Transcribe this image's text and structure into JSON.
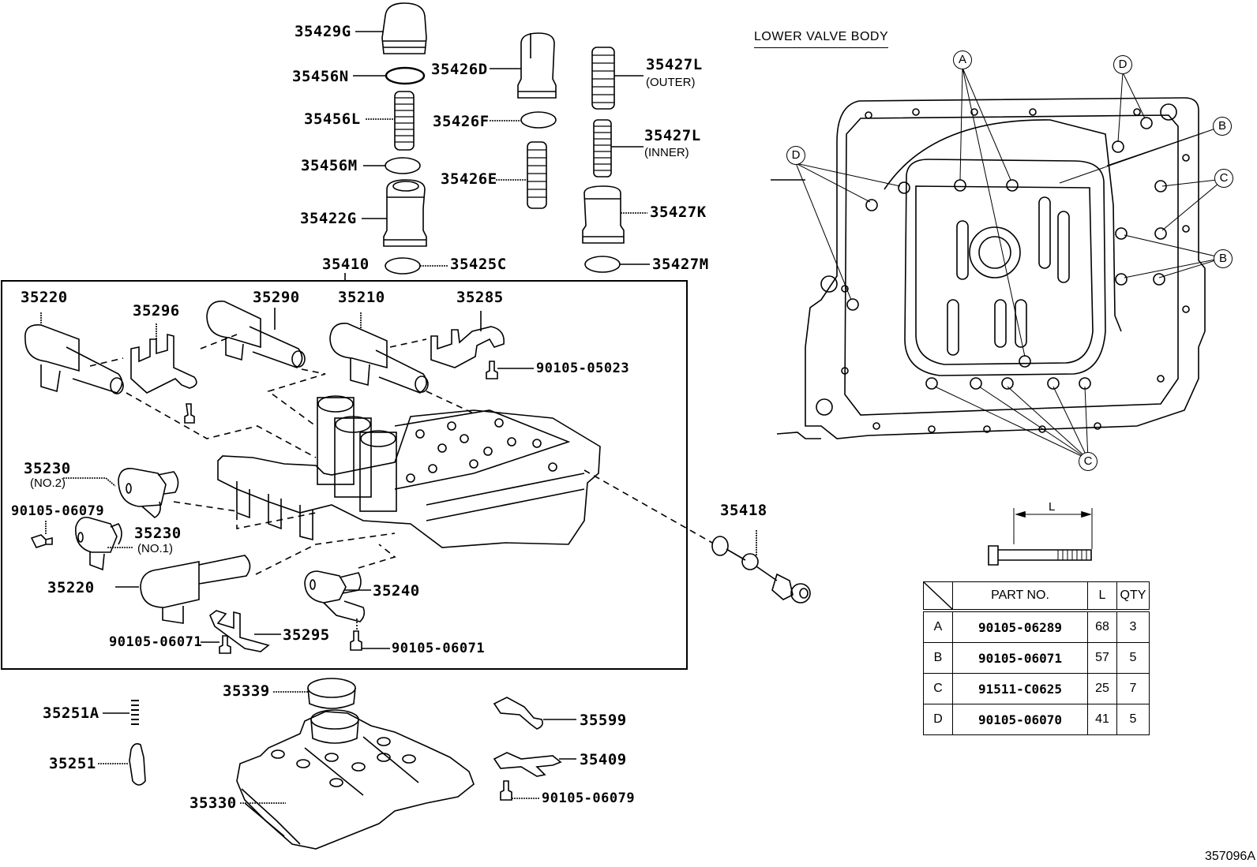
{
  "diagram": {
    "figure_id": "357096A",
    "assembly_box_label": "35410",
    "upper_parts": [
      {
        "id": "35429G",
        "name": "35429G"
      },
      {
        "id": "35456N",
        "name": "35456N"
      },
      {
        "id": "35456L",
        "name": "35456L"
      },
      {
        "id": "35456M",
        "name": "35456M"
      },
      {
        "id": "35422G",
        "name": "35422G"
      },
      {
        "id": "35425C",
        "name": "35425C"
      },
      {
        "id": "35426D",
        "name": "35426D"
      },
      {
        "id": "35426F",
        "name": "35426F"
      },
      {
        "id": "35426E",
        "name": "35426E"
      },
      {
        "id": "35427L_outer",
        "name": "35427L",
        "note": "(OUTER)"
      },
      {
        "id": "35427L_inner",
        "name": "35427L",
        "note": "(INNER)"
      },
      {
        "id": "35427K",
        "name": "35427K"
      },
      {
        "id": "35427M",
        "name": "35427M"
      }
    ],
    "box_parts": [
      {
        "id": "35220_top",
        "name": "35220"
      },
      {
        "id": "35296",
        "name": "35296"
      },
      {
        "id": "35290",
        "name": "35290"
      },
      {
        "id": "35210",
        "name": "35210"
      },
      {
        "id": "35285",
        "name": "35285"
      },
      {
        "id": "90105-05023",
        "name": "90105-05023"
      },
      {
        "id": "35230_no2",
        "name": "35230",
        "note": "(NO.2)"
      },
      {
        "id": "90105-06079_box",
        "name": "90105-06079"
      },
      {
        "id": "35230_no1",
        "name": "35230",
        "note": "(NO.1)"
      },
      {
        "id": "35220_bottom",
        "name": "35220"
      },
      {
        "id": "35240",
        "name": "35240"
      },
      {
        "id": "35295",
        "name": "35295"
      },
      {
        "id": "90105-06071_left",
        "name": "90105-06071"
      },
      {
        "id": "90105-06071_right",
        "name": "90105-06071"
      }
    ],
    "outside_parts": [
      {
        "id": "35418",
        "name": "35418"
      },
      {
        "id": "35339",
        "name": "35339"
      },
      {
        "id": "35251A",
        "name": "35251A"
      },
      {
        "id": "35251",
        "name": "35251"
      },
      {
        "id": "35330",
        "name": "35330"
      },
      {
        "id": "35599",
        "name": "35599"
      },
      {
        "id": "35409",
        "name": "35409"
      },
      {
        "id": "90105-06079_bottom",
        "name": "90105-06079"
      }
    ]
  },
  "lower_valve_body": {
    "title": "LOWER VALVE BODY",
    "callouts": [
      "A",
      "D",
      "D",
      "B",
      "C",
      "B",
      "C"
    ]
  },
  "bolt_table": {
    "dimension_label": "L",
    "headers": [
      "",
      "PART NO.",
      "L",
      "QTY"
    ],
    "rows": [
      {
        "key": "A",
        "part_no": "90105-06289",
        "length": "68",
        "qty": "3"
      },
      {
        "key": "B",
        "part_no": "90105-06071",
        "length": "57",
        "qty": "5"
      },
      {
        "key": "C",
        "part_no": "91511-C0625",
        "length": "25",
        "qty": "7"
      },
      {
        "key": "D",
        "part_no": "90105-06070",
        "length": "41",
        "qty": "5"
      }
    ]
  }
}
